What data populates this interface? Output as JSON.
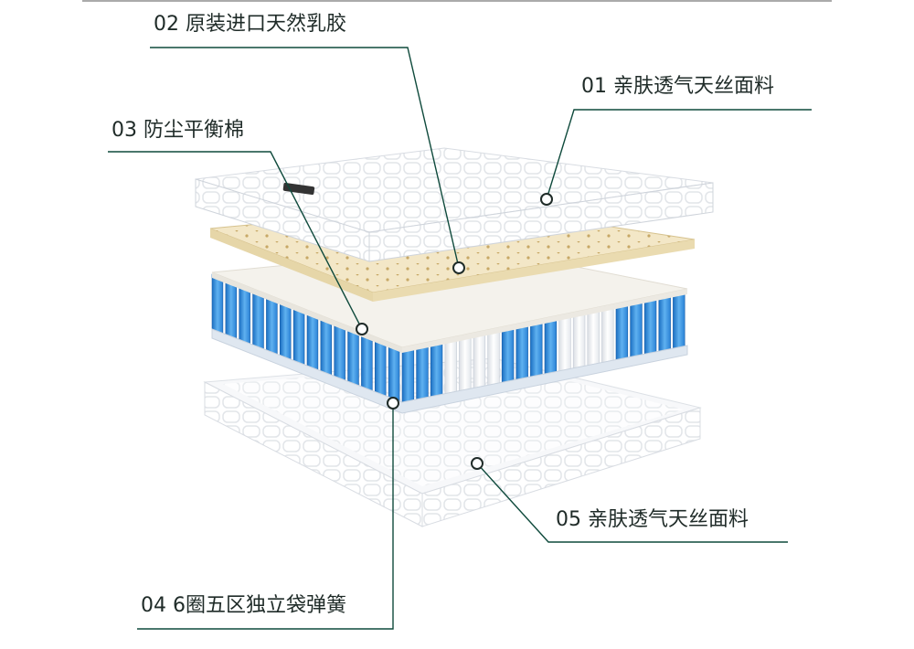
{
  "labels": {
    "l01": "01 亲肤透气天丝面料",
    "l02": "02 原装进口天然乳胶",
    "l03": "03 防尘平衡棉",
    "l04": "04 6圈五区独立袋弹簧",
    "l05": "05 亲肤透气天丝面料"
  },
  "colors": {
    "leader_line": "#0f4a3c",
    "label_text": "#1f2b28",
    "latex": "#f3e7c7",
    "spring_blue": "#3f9be6",
    "spring_white": "#f4f7fb",
    "fabric": "#ffffff"
  }
}
